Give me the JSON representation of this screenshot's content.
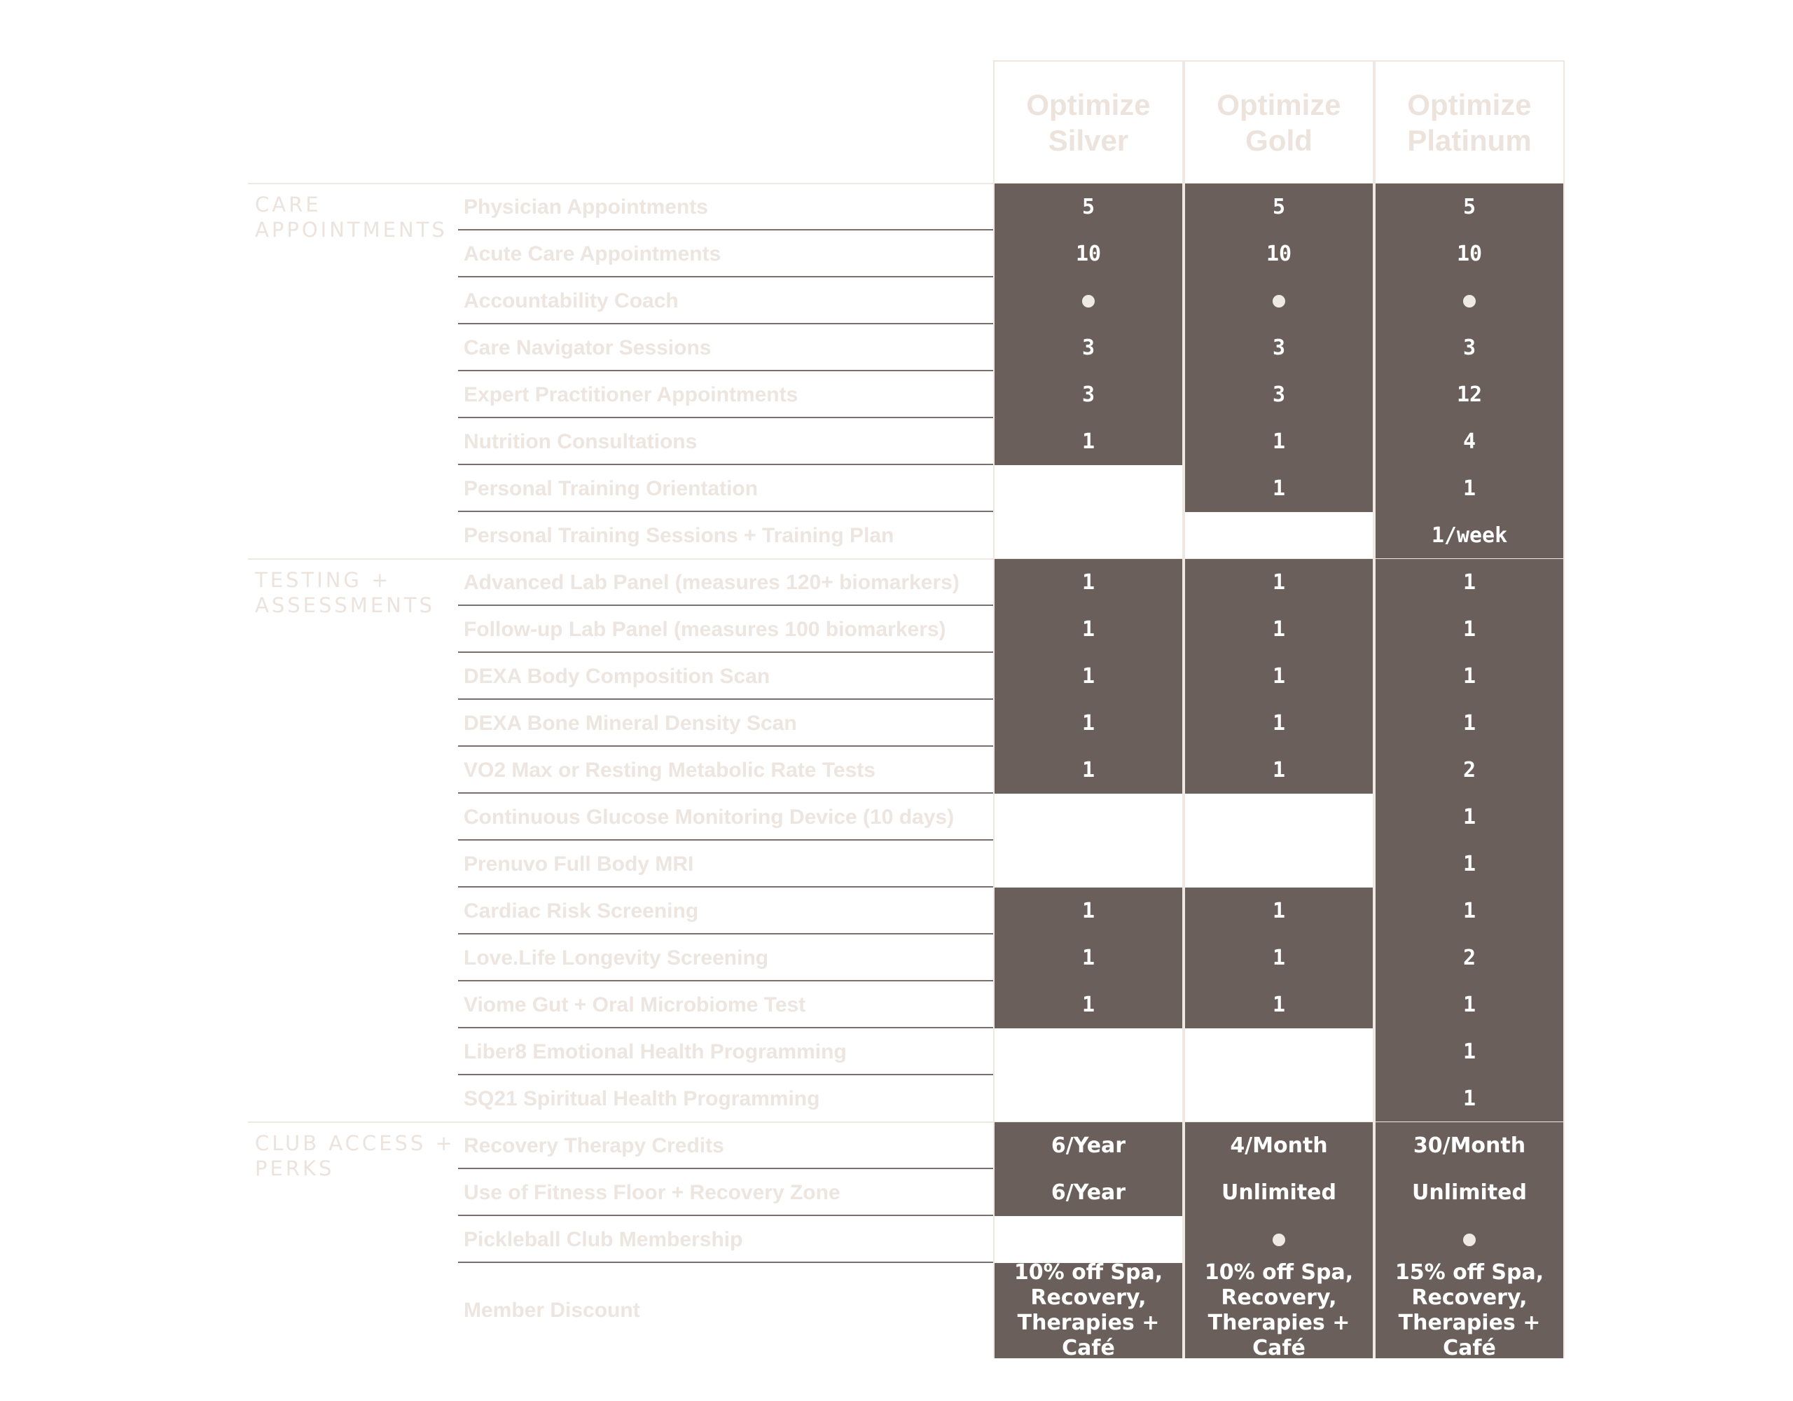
{
  "plans": [
    {
      "name_line1": "Optimize",
      "name_line2": "Silver"
    },
    {
      "name_line1": "Optimize",
      "name_line2": "Gold"
    },
    {
      "name_line1": "Optimize",
      "name_line2": "Platinum"
    }
  ],
  "sections": [
    {
      "label_line1": "CARE",
      "label_line2": "APPOINTMENTS",
      "rows": [
        {
          "feature": "Physician Appointments",
          "values": [
            "5",
            "5",
            "5"
          ]
        },
        {
          "feature": "Acute Care Appointments",
          "values": [
            "10",
            "10",
            "10"
          ]
        },
        {
          "feature": "Accountability Coach",
          "values": [
            "●",
            "●",
            "●"
          ]
        },
        {
          "feature": "Care Navigator Sessions",
          "values": [
            "3",
            "3",
            "3"
          ]
        },
        {
          "feature": "Expert Practitioner Appointments",
          "values": [
            "3",
            "3",
            "12"
          ]
        },
        {
          "feature": "Nutrition Consultations",
          "values": [
            "1",
            "1",
            "4"
          ]
        },
        {
          "feature": "Personal Training Orientation",
          "values": [
            "",
            "1",
            "1"
          ]
        },
        {
          "feature": "Personal Training Sessions + Training Plan",
          "values": [
            "",
            "",
            "1/week"
          ]
        }
      ]
    },
    {
      "label_line1": "TESTING +",
      "label_line2": "ASSESSMENTS",
      "rows": [
        {
          "feature": "Advanced Lab Panel (measures 120+ biomarkers)",
          "values": [
            "1",
            "1",
            "1"
          ]
        },
        {
          "feature": "Follow-up Lab Panel (measures 100 biomarkers)",
          "values": [
            "1",
            "1",
            "1"
          ]
        },
        {
          "feature": "DEXA Body Composition Scan",
          "values": [
            "1",
            "1",
            "1"
          ]
        },
        {
          "feature": "DEXA Bone Mineral Density Scan",
          "values": [
            "1",
            "1",
            "1"
          ]
        },
        {
          "feature": "VO2 Max or Resting Metabolic Rate Tests",
          "values": [
            "1",
            "1",
            "2"
          ]
        },
        {
          "feature": "Continuous Glucose Monitoring Device (10 days)",
          "values": [
            "",
            "",
            "1"
          ]
        },
        {
          "feature": "Prenuvo Full Body MRI",
          "values": [
            "",
            "",
            "1"
          ]
        },
        {
          "feature": "Cardiac Risk Screening",
          "values": [
            "1",
            "1",
            "1"
          ]
        },
        {
          "feature": "Love.Life Longevity Screening",
          "values": [
            "1",
            "1",
            "2"
          ]
        },
        {
          "feature": "Viome Gut + Oral Microbiome Test",
          "values": [
            "1",
            "1",
            "1"
          ]
        },
        {
          "feature": "Liber8 Emotional Health Programming",
          "values": [
            "",
            "",
            "1"
          ]
        },
        {
          "feature": "SQ21 Spiritual Health Programming",
          "values": [
            "",
            "",
            "1"
          ]
        }
      ]
    },
    {
      "label_line1": "CLUB ACCESS +",
      "label_line2": "PERKS",
      "rows": [
        {
          "feature": "Recovery Therapy Credits",
          "values": [
            "6/Year",
            "4/Month",
            "30/Month"
          ]
        },
        {
          "feature": "Use of Fitness Floor + Recovery Zone",
          "values": [
            "6/Year",
            "Unlimited",
            "Unlimited"
          ]
        },
        {
          "feature": "Pickleball Club Membership",
          "values": [
            "",
            "●",
            "●"
          ]
        },
        {
          "feature": "Member Discount",
          "values": [
            "10% off Spa,\nRecovery,\nTherapies + Café",
            "10% off Spa,\nRecovery,\nTherapies + Café",
            "15% off Spa,\nRecovery,\nTherapies + Café"
          ]
        }
      ]
    }
  ],
  "colors": {
    "filled": "#6a5f5a",
    "header_text": "#ece3dc",
    "feature_text": "#ede5df",
    "row_line": "#7a706b",
    "outline": "#efe8e2"
  }
}
